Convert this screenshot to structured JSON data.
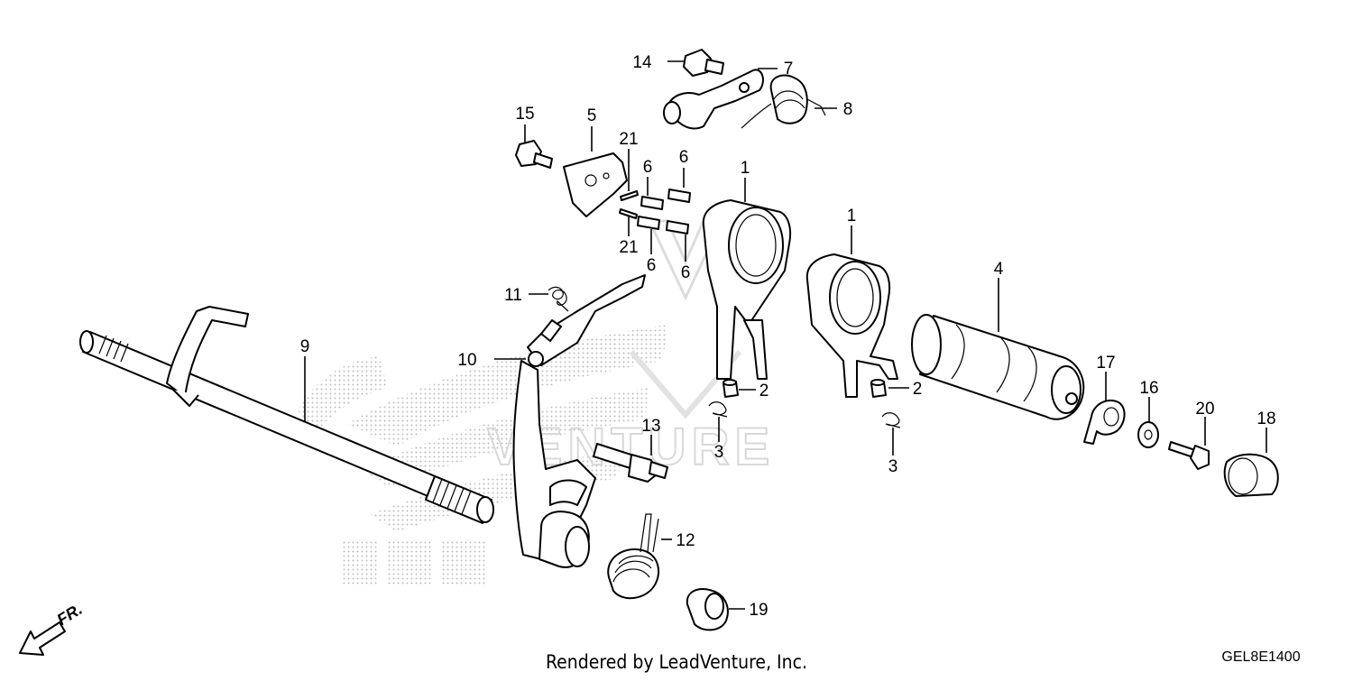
{
  "diagram": {
    "callouts": {
      "p1a": "1",
      "p1b": "1",
      "p2a": "2",
      "p2b": "2",
      "p3a": "3",
      "p3b": "3",
      "p4": "4",
      "p5": "5",
      "p6a": "6",
      "p6b": "6",
      "p6c": "6",
      "p6d": "6",
      "p7": "7",
      "p8": "8",
      "p9": "9",
      "p10": "10",
      "p11": "11",
      "p12": "12",
      "p13": "13",
      "p14": "14",
      "p15": "15",
      "p16": "16",
      "p17": "17",
      "p18": "18",
      "p19": "19",
      "p20": "20",
      "p21a": "21",
      "p21b": "21"
    },
    "footer_credit": "Rendered by LeadVenture, Inc.",
    "diagram_code": "GEL8E1400",
    "direction_label": "FR.",
    "watermark_text": "VENTURE"
  }
}
